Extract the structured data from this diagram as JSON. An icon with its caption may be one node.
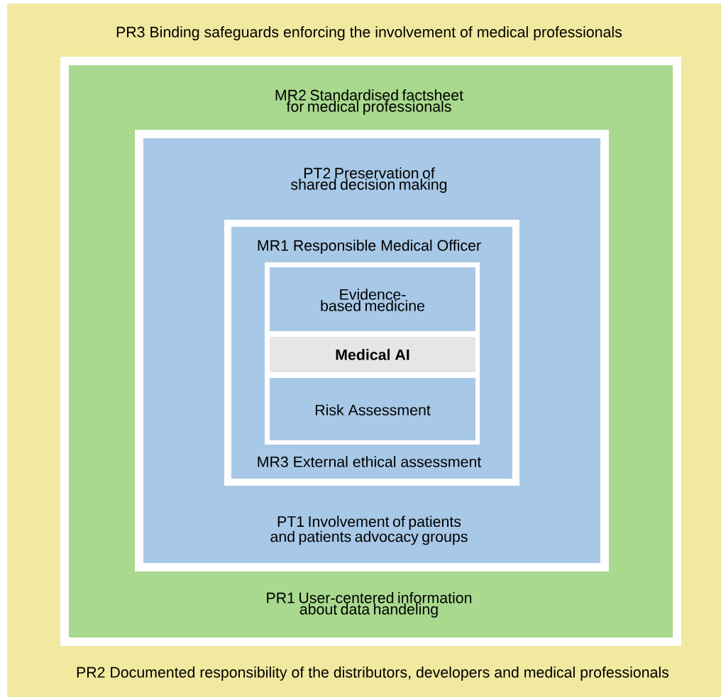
{
  "diagram": {
    "nodes": [
      {
        "text": [
          "PR3 Binding safeguards enforcing the involvement of medical professionals",
          "PR2 Documented responsibility of the distributors, developers and medical professionals"
        ]
      },
      {
        "text": [
          "MR2 Standardised factsheet for medical professionals",
          "PR1 User-centered information about data handeling"
        ],
        "in": 0
      },
      {
        "text": [
          "PT2 Preservation of shared decision making",
          "PT1 Involvement of patients and patients advocacy groups"
        ],
        "in": 1
      },
      {
        "text": [
          "MR1 Responsible Medical Officer",
          "MR3 External ethical assessment"
        ],
        "in": 2
      },
      {
        "text": [
          "Evidence-based medicine"
        ],
        "in": 3
      },
      {
        "text": [
          "Medical AI"
        ],
        "in": 3
      },
      {
        "text": [
          "Risk Assessment"
        ],
        "in": 3
      }
    ]
  }
}
